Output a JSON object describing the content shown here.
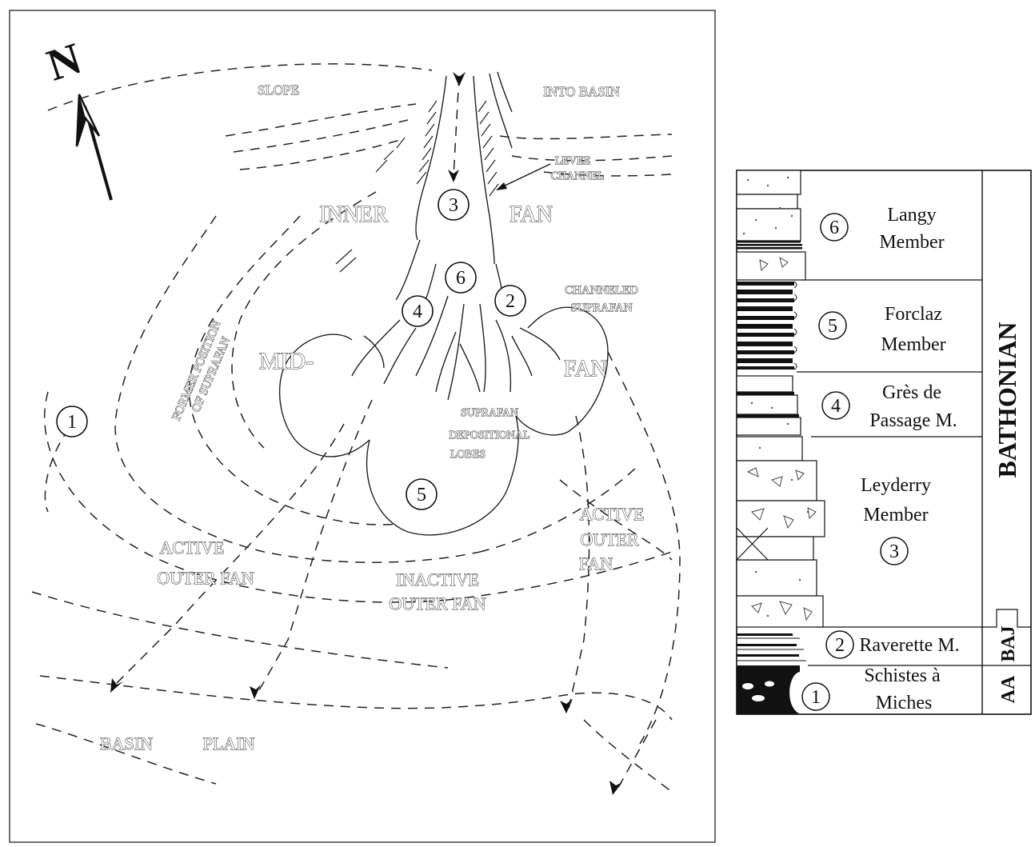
{
  "map": {
    "north": "N",
    "labels": {
      "slope": "SLOPE",
      "into_basin": "INTO BASIN",
      "levee": "LEVEE",
      "channel": "CHANNEL",
      "inner": "INNER",
      "fan_inner": "FAN",
      "channeled": "CHANNELED",
      "suprafan_ch": "SUPRAFAN",
      "mid": "MID-",
      "fan_mid": "FAN",
      "former_1": "FORMER POSITION",
      "former_2": "OF SUPRAFAN",
      "suprafan_dep_1": "SUPRAFAN",
      "suprafan_dep_2": "DEPOSITIONAL",
      "suprafan_dep_3": "LOBES",
      "active_left_1": "ACTIVE",
      "active_left_2": "OUTER FAN",
      "inactive_1": "INACTIVE",
      "inactive_2": "OUTER FAN",
      "active_right_1": "ACTIVE",
      "active_right_2": "OUTER",
      "active_right_3": "FAN",
      "basin": "BASIN",
      "plain": "PLAIN"
    },
    "numbers": {
      "n1": "1",
      "n2": "2",
      "n3": "3",
      "n4": "4",
      "n5": "5",
      "n6": "6"
    }
  },
  "column": {
    "units": [
      {
        "num": "6",
        "line1": "Langy",
        "line2": "Member"
      },
      {
        "num": "5",
        "line1": "Forclaz",
        "line2": "Member"
      },
      {
        "num": "4",
        "line1": "Grès de",
        "line2": "Passage M."
      },
      {
        "num": "3",
        "line1": "Leyderry",
        "line2": "Member"
      },
      {
        "num": "2",
        "line1": "Raverette M.",
        "line2": ""
      },
      {
        "num": "1",
        "line1": "Schistes à",
        "line2": "Miches"
      }
    ],
    "stages": {
      "bathonian": "BATHONIAN",
      "baj": "BAJ",
      "aa": "AA"
    }
  }
}
